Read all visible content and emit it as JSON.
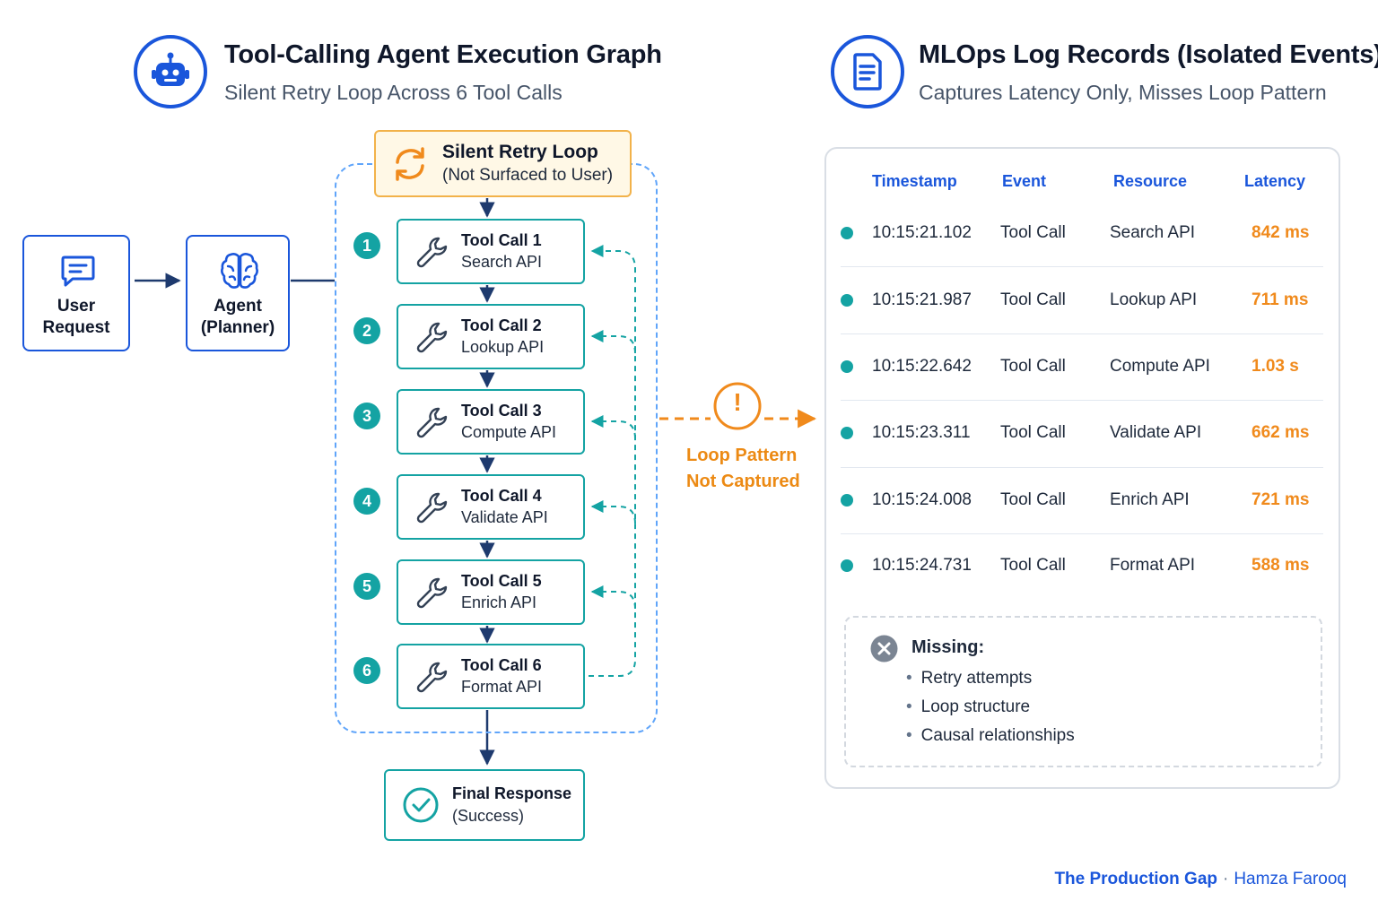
{
  "left_header": {
    "title": "Tool-Calling Agent Execution Graph",
    "subtitle": "Silent Retry Loop Across 6 Tool Calls",
    "icon": "robot-icon"
  },
  "right_header": {
    "title": "MLOps Log Records (Isolated Events)",
    "subtitle": "Captures Latency Only, Misses Loop Pattern",
    "icon": "document-icon"
  },
  "flow": {
    "user_request": "User\nRequest",
    "agent": "Agent\n(Planner)",
    "loop_title": "Silent Retry Loop",
    "loop_subtitle": "(Not Surfaced to User)",
    "tools": [
      {
        "num": "1",
        "name": "Tool Call 1",
        "api": "Search API"
      },
      {
        "num": "2",
        "name": "Tool Call 2",
        "api": "Lookup API"
      },
      {
        "num": "3",
        "name": "Tool Call 3",
        "api": "Compute API"
      },
      {
        "num": "4",
        "name": "Tool Call 4",
        "api": "Validate API"
      },
      {
        "num": "5",
        "name": "Tool Call 5",
        "api": "Enrich API"
      },
      {
        "num": "6",
        "name": "Tool Call 6",
        "api": "Format API"
      }
    ],
    "final_title": "Final Response",
    "final_subtitle": "(Success)"
  },
  "warning": {
    "symbol": "!",
    "line1": "Loop Pattern",
    "line2": "Not Captured"
  },
  "log": {
    "headers": {
      "timestamp": "Timestamp",
      "event": "Event",
      "resource": "Resource",
      "latency": "Latency"
    },
    "rows": [
      {
        "timestamp": "10:15:21.102",
        "event": "Tool Call",
        "resource": "Search API",
        "latency": "842 ms"
      },
      {
        "timestamp": "10:15:21.987",
        "event": "Tool Call",
        "resource": "Lookup API",
        "latency": "711 ms"
      },
      {
        "timestamp": "10:15:22.642",
        "event": "Tool Call",
        "resource": "Compute API",
        "latency": "1.03 s"
      },
      {
        "timestamp": "10:15:23.311",
        "event": "Tool Call",
        "resource": "Validate API",
        "latency": "662 ms"
      },
      {
        "timestamp": "10:15:24.008",
        "event": "Tool Call",
        "resource": "Enrich API",
        "latency": "721 ms"
      },
      {
        "timestamp": "10:15:24.731",
        "event": "Tool Call",
        "resource": "Format API",
        "latency": "588 ms"
      }
    ],
    "missing_title": "Missing:",
    "missing_items": [
      "Retry attempts",
      "Loop structure",
      "Causal relationships"
    ]
  },
  "footer": {
    "brand": "The Production Gap",
    "separator": "·",
    "author": "Hamza Farooq"
  },
  "colors": {
    "blue": "#1a56db",
    "teal": "#14a3a3",
    "orange": "#f08a1c",
    "navy": "#1e3a6e"
  }
}
